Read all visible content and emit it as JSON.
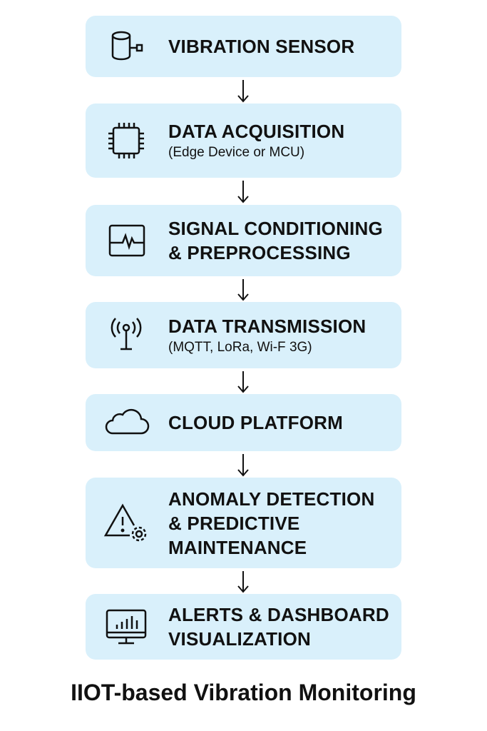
{
  "steps": [
    {
      "title": "VIBRATION SENSOR",
      "icon": "sensor-icon"
    },
    {
      "title": "DATA ACQUISITION",
      "subtitle": "(Edge Device or MCU)",
      "icon": "chip-icon"
    },
    {
      "title_lines": [
        "SIGNAL CONDITIONING",
        "& PREPROCESSING"
      ],
      "icon": "signal-icon"
    },
    {
      "title": "DATA TRANSMISSION",
      "subtitle": "(MQTT, LoRa, Wi-F 3G)",
      "icon": "antenna-icon"
    },
    {
      "title": "CLOUD PLATFORM",
      "icon": "cloud-icon"
    },
    {
      "title_lines": [
        "ANOMALY DETECTION",
        "& PREDICTIVE",
        "MAINTENANCE"
      ],
      "icon": "warning-gear-icon"
    },
    {
      "title_lines": [
        "ALERTS & DASHBOARD",
        "VISUALIZATION"
      ],
      "icon": "monitor-chart-icon"
    }
  ],
  "caption": "IIOT-based Vibration Monitoring",
  "colors": {
    "box": "#d9f0fb",
    "stroke": "#111111"
  }
}
